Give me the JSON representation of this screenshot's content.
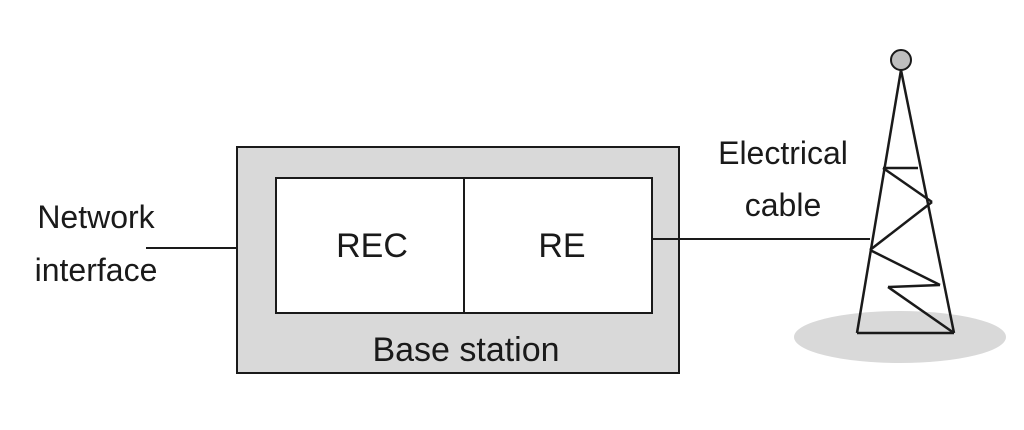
{
  "network_interface": {
    "line1": "Network",
    "line2": "interface"
  },
  "base_station": {
    "label": "Base station",
    "rec_label": "REC",
    "re_label": "RE"
  },
  "electrical_cable": {
    "line1": "Electrical",
    "line2": "cable"
  },
  "colors": {
    "station_fill": "#d9d9d9",
    "ground_shadow": "#d9d9d9",
    "line": "#1a1a1a",
    "antenna_ball": "#bfbfbf"
  },
  "icons": {
    "tower": "antenna-tower-icon"
  }
}
